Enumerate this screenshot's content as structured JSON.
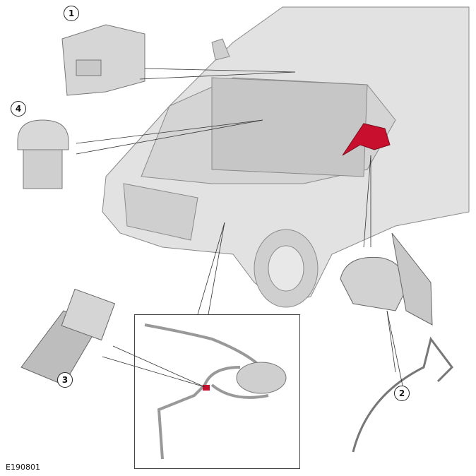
{
  "figure_ref": "E190801",
  "callouts": [
    "1",
    "2",
    "3",
    "4"
  ],
  "colors": {
    "body": "#d9d9d9",
    "outline": "#8a8a8a",
    "highlight": "#c8102e"
  }
}
